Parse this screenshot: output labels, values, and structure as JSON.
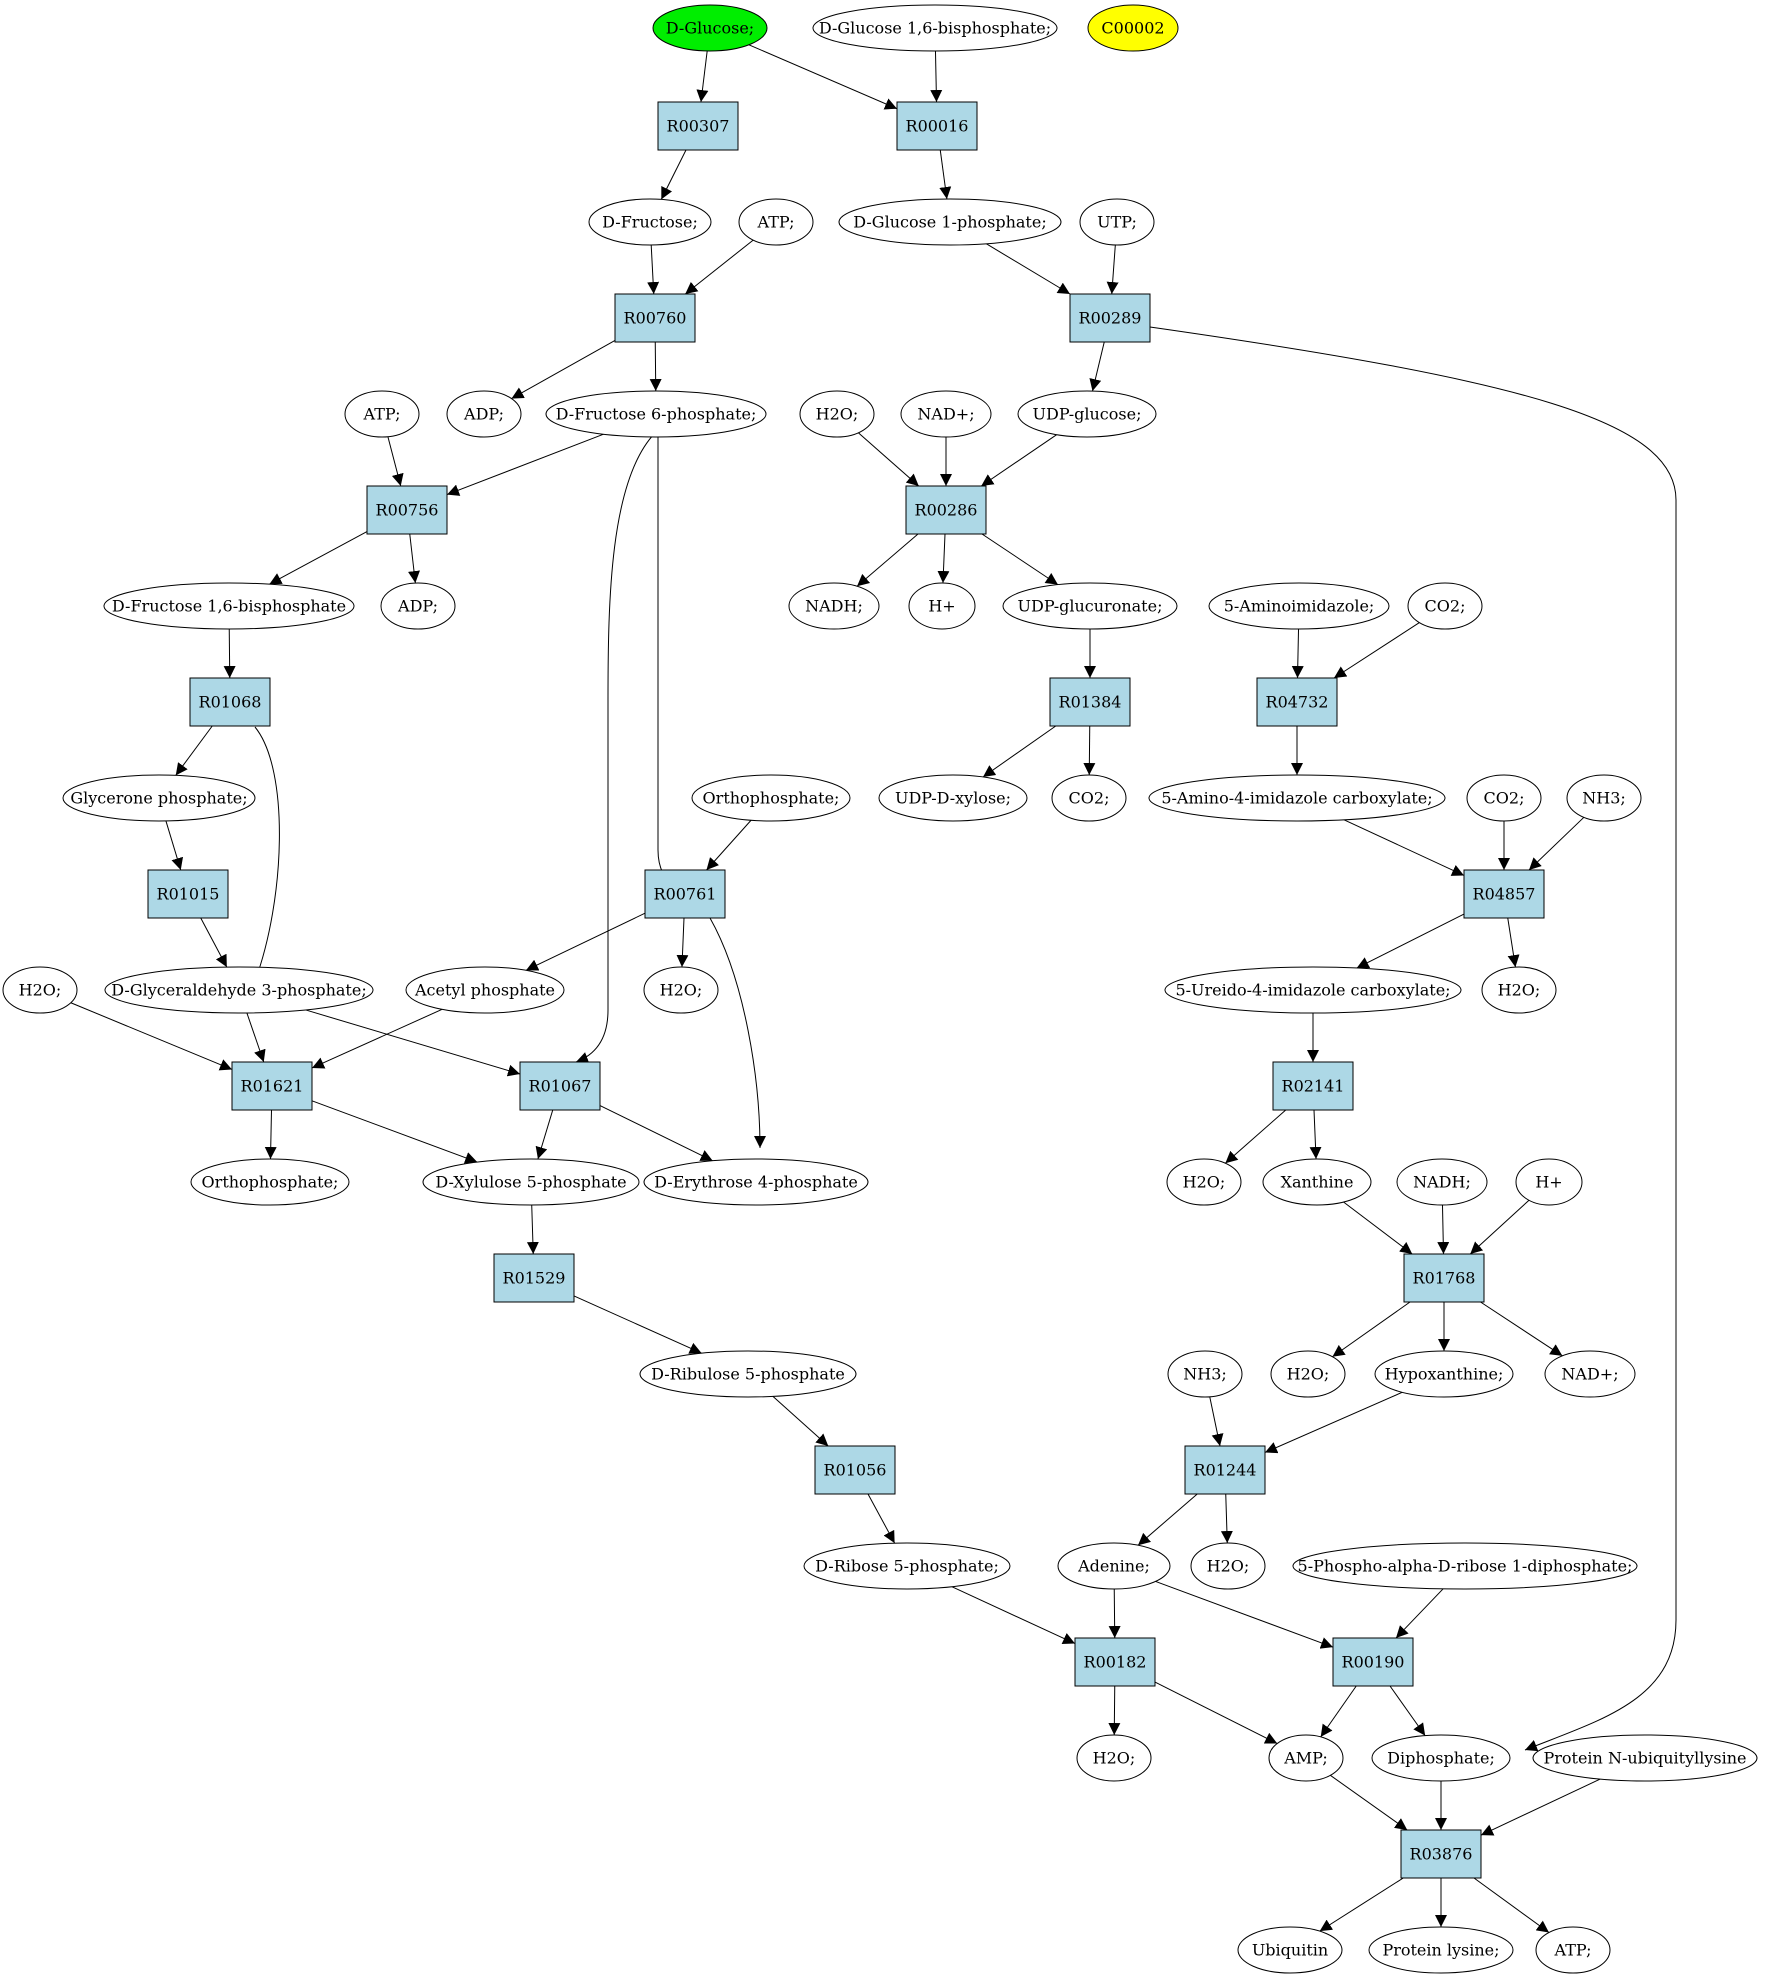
{
  "colors": {
    "reaction_fill": "#add8e6",
    "compound_fill": "#ffffff",
    "start_fill": "#00ee00",
    "highlight_fill": "#ffff00",
    "stroke": "#000000"
  },
  "nodes": {
    "c_glucose": {
      "label": "D-Glucose;",
      "kind": "compound",
      "fill": "start"
    },
    "c_g16bp": {
      "label": "D-Glucose 1,6-bisphosphate;",
      "kind": "compound"
    },
    "c_c00002": {
      "label": "C00002",
      "kind": "compound",
      "fill": "highlight"
    },
    "r_R00307": {
      "label": "R00307",
      "kind": "reaction"
    },
    "r_R00016": {
      "label": "R00016",
      "kind": "reaction"
    },
    "c_fructose": {
      "label": "D-Fructose;",
      "kind": "compound"
    },
    "c_atp1": {
      "label": "ATP;",
      "kind": "compound"
    },
    "c_g1p": {
      "label": "D-Glucose 1-phosphate;",
      "kind": "compound"
    },
    "c_utp": {
      "label": "UTP;",
      "kind": "compound"
    },
    "r_R00760": {
      "label": "R00760",
      "kind": "reaction"
    },
    "r_R00289": {
      "label": "R00289",
      "kind": "reaction"
    },
    "c_atp2": {
      "label": "ATP;",
      "kind": "compound"
    },
    "c_adp1": {
      "label": "ADP;",
      "kind": "compound"
    },
    "c_f6p": {
      "label": "D-Fructose 6-phosphate;",
      "kind": "compound"
    },
    "c_h2o1": {
      "label": "H2O;",
      "kind": "compound"
    },
    "c_nad1": {
      "label": "NAD+;",
      "kind": "compound"
    },
    "c_udpglc": {
      "label": "UDP-glucose;",
      "kind": "compound"
    },
    "r_R00756": {
      "label": "R00756",
      "kind": "reaction"
    },
    "r_R00286": {
      "label": "R00286",
      "kind": "reaction"
    },
    "c_f16bp": {
      "label": "D-Fructose 1,6-bisphosphate",
      "kind": "compound"
    },
    "c_adp2": {
      "label": "ADP;",
      "kind": "compound"
    },
    "c_nadh1": {
      "label": "NADH;",
      "kind": "compound"
    },
    "c_hplus1": {
      "label": "H+",
      "kind": "compound"
    },
    "c_udpglcA": {
      "label": "UDP-glucuronate;",
      "kind": "compound"
    },
    "c_5aimid": {
      "label": "5-Aminoimidazole;",
      "kind": "compound"
    },
    "c_co2a": {
      "label": "CO2;",
      "kind": "compound"
    },
    "r_R01068": {
      "label": "R01068",
      "kind": "reaction"
    },
    "r_R01384": {
      "label": "R01384",
      "kind": "reaction"
    },
    "r_R04732": {
      "label": "R04732",
      "kind": "reaction"
    },
    "c_glyp": {
      "label": "Glycerone phosphate;",
      "kind": "compound"
    },
    "c_udpxyl": {
      "label": "UDP-D-xylose;",
      "kind": "compound"
    },
    "c_co2b": {
      "label": "CO2;",
      "kind": "compound"
    },
    "c_aicarb": {
      "label": "5-Amino-4-imidazole carboxylate;",
      "kind": "compound"
    },
    "c_ortho1": {
      "label": "Orthophosphate;",
      "kind": "compound"
    },
    "c_co2c": {
      "label": "CO2;",
      "kind": "compound"
    },
    "c_nh3a": {
      "label": "NH3;",
      "kind": "compound"
    },
    "r_R01015": {
      "label": "R01015",
      "kind": "reaction"
    },
    "r_R00761": {
      "label": "R00761",
      "kind": "reaction"
    },
    "r_R04857": {
      "label": "R04857",
      "kind": "reaction"
    },
    "c_h2o2": {
      "label": "H2O;",
      "kind": "compound"
    },
    "c_g3p": {
      "label": "D-Glyceraldehyde 3-phosphate;",
      "kind": "compound"
    },
    "c_acp": {
      "label": "Acetyl phosphate",
      "kind": "compound"
    },
    "c_h2o3": {
      "label": "H2O;",
      "kind": "compound"
    },
    "c_uicarb": {
      "label": "5-Ureido-4-imidazole carboxylate;",
      "kind": "compound"
    },
    "c_h2o4": {
      "label": "H2O;",
      "kind": "compound"
    },
    "r_R01621": {
      "label": "R01621",
      "kind": "reaction"
    },
    "r_R01067": {
      "label": "R01067",
      "kind": "reaction"
    },
    "r_R02141": {
      "label": "R02141",
      "kind": "reaction"
    },
    "c_ortho2": {
      "label": "Orthophosphate;",
      "kind": "compound"
    },
    "c_x5p": {
      "label": "D-Xylulose 5-phosphate",
      "kind": "compound"
    },
    "c_e4p": {
      "label": "D-Erythrose 4-phosphate",
      "kind": "compound"
    },
    "c_h2o5": {
      "label": "H2O;",
      "kind": "compound"
    },
    "c_xanthine": {
      "label": "Xanthine",
      "kind": "compound"
    },
    "c_nadh2": {
      "label": "NADH;",
      "kind": "compound"
    },
    "c_hplus2": {
      "label": "H+",
      "kind": "compound"
    },
    "r_R01529": {
      "label": "R01529",
      "kind": "reaction"
    },
    "r_R01768": {
      "label": "R01768",
      "kind": "reaction"
    },
    "c_ru5p": {
      "label": "D-Ribulose 5-phosphate",
      "kind": "compound"
    },
    "c_nh3b": {
      "label": "NH3;",
      "kind": "compound"
    },
    "c_h2o6": {
      "label": "H2O;",
      "kind": "compound"
    },
    "c_hypox": {
      "label": "Hypoxanthine;",
      "kind": "compound"
    },
    "c_nad2": {
      "label": "NAD+;",
      "kind": "compound"
    },
    "r_R01056": {
      "label": "R01056",
      "kind": "reaction"
    },
    "r_R01244": {
      "label": "R01244",
      "kind": "reaction"
    },
    "c_r5p": {
      "label": "D-Ribose 5-phosphate;",
      "kind": "compound"
    },
    "c_adenine": {
      "label": "Adenine;",
      "kind": "compound"
    },
    "c_h2o7": {
      "label": "H2O;",
      "kind": "compound"
    },
    "c_prpp": {
      "label": "5-Phospho-alpha-D-ribose 1-diphosphate;",
      "kind": "compound"
    },
    "r_R00182": {
      "label": "R00182",
      "kind": "reaction"
    },
    "r_R00190": {
      "label": "R00190",
      "kind": "reaction"
    },
    "c_h2o8": {
      "label": "H2O;",
      "kind": "compound"
    },
    "c_amp": {
      "label": "AMP;",
      "kind": "compound"
    },
    "c_ppi": {
      "label": "Diphosphate;",
      "kind": "compound"
    },
    "c_pnub": {
      "label": "Protein N-ubiquityllysine",
      "kind": "compound"
    },
    "r_R03876": {
      "label": "R03876",
      "kind": "reaction"
    },
    "c_ubiquitin": {
      "label": "Ubiquitin",
      "kind": "compound"
    },
    "c_plys": {
      "label": "Protein lysine;",
      "kind": "compound"
    },
    "c_atp3": {
      "label": "ATP;",
      "kind": "compound"
    }
  },
  "edges": [
    [
      "c_glucose",
      "r_R00307"
    ],
    [
      "c_glucose",
      "r_R00016"
    ],
    [
      "c_g16bp",
      "r_R00016"
    ],
    [
      "r_R00307",
      "c_fructose"
    ],
    [
      "r_R00016",
      "c_g1p"
    ],
    [
      "c_fructose",
      "r_R00760"
    ],
    [
      "c_atp1",
      "r_R00760"
    ],
    [
      "c_g1p",
      "r_R00289"
    ],
    [
      "c_utp",
      "r_R00289"
    ],
    [
      "r_R00760",
      "c_adp1"
    ],
    [
      "r_R00760",
      "c_f6p"
    ],
    [
      "r_R00289",
      "c_udpglc"
    ],
    [
      "r_R00289",
      "c_ppi"
    ],
    [
      "c_atp2",
      "r_R00756"
    ],
    [
      "c_f6p",
      "r_R00756"
    ],
    [
      "c_f6p",
      "r_R00761"
    ],
    [
      "c_f6p",
      "r_R01067"
    ],
    [
      "c_h2o1",
      "r_R00286"
    ],
    [
      "c_nad1",
      "r_R00286"
    ],
    [
      "c_udpglc",
      "r_R00286"
    ],
    [
      "r_R00756",
      "c_f16bp"
    ],
    [
      "r_R00756",
      "c_adp2"
    ],
    [
      "r_R00286",
      "c_nadh1"
    ],
    [
      "r_R00286",
      "c_hplus1"
    ],
    [
      "r_R00286",
      "c_udpglcA"
    ],
    [
      "c_udpglcA",
      "r_R01384"
    ],
    [
      "c_5aimid",
      "r_R04732"
    ],
    [
      "c_co2a",
      "r_R04732"
    ],
    [
      "c_f16bp",
      "r_R01068"
    ],
    [
      "r_R01068",
      "c_glyp"
    ],
    [
      "r_R01068",
      "c_g3p"
    ],
    [
      "r_R01384",
      "c_udpxyl"
    ],
    [
      "r_R01384",
      "c_co2b"
    ],
    [
      "r_R04732",
      "c_aicarb"
    ],
    [
      "c_glyp",
      "r_R01015"
    ],
    [
      "c_ortho1",
      "r_R00761"
    ],
    [
      "c_aicarb",
      "r_R04857"
    ],
    [
      "c_co2c",
      "r_R04857"
    ],
    [
      "c_nh3a",
      "r_R04857"
    ],
    [
      "r_R01015",
      "c_g3p"
    ],
    [
      "r_R00761",
      "c_acp"
    ],
    [
      "r_R00761",
      "c_h2o3"
    ],
    [
      "r_R00761",
      "c_e4p"
    ],
    [
      "r_R04857",
      "c_uicarb"
    ],
    [
      "r_R04857",
      "c_h2o4"
    ],
    [
      "c_h2o2",
      "r_R01621"
    ],
    [
      "c_g3p",
      "r_R01621"
    ],
    [
      "c_acp",
      "r_R01621"
    ],
    [
      "c_g3p",
      "r_R01067"
    ],
    [
      "c_uicarb",
      "r_R02141"
    ],
    [
      "r_R01621",
      "c_ortho2"
    ],
    [
      "r_R01621",
      "c_x5p"
    ],
    [
      "r_R01067",
      "c_x5p"
    ],
    [
      "r_R01067",
      "c_e4p"
    ],
    [
      "r_R02141",
      "c_h2o5"
    ],
    [
      "r_R02141",
      "c_xanthine"
    ],
    [
      "c_x5p",
      "r_R01529"
    ],
    [
      "c_xanthine",
      "r_R01768"
    ],
    [
      "c_nadh2",
      "r_R01768"
    ],
    [
      "c_hplus2",
      "r_R01768"
    ],
    [
      "r_R01529",
      "c_ru5p"
    ],
    [
      "r_R01768",
      "c_h2o6"
    ],
    [
      "r_R01768",
      "c_hypox"
    ],
    [
      "r_R01768",
      "c_nad2"
    ],
    [
      "c_ru5p",
      "r_R01056"
    ],
    [
      "c_nh3b",
      "r_R01244"
    ],
    [
      "c_hypox",
      "r_R01244"
    ],
    [
      "r_R01056",
      "c_r5p"
    ],
    [
      "r_R01244",
      "c_adenine"
    ],
    [
      "r_R01244",
      "c_h2o7"
    ],
    [
      "c_r5p",
      "r_R00182"
    ],
    [
      "c_adenine",
      "r_R00182"
    ],
    [
      "c_adenine",
      "r_R00190"
    ],
    [
      "c_prpp",
      "r_R00190"
    ],
    [
      "r_R00182",
      "c_h2o8"
    ],
    [
      "r_R00182",
      "c_amp"
    ],
    [
      "r_R00190",
      "c_amp"
    ],
    [
      "r_R00190",
      "c_ppi"
    ],
    [
      "c_amp",
      "r_R03876"
    ],
    [
      "c_ppi",
      "r_R03876"
    ],
    [
      "c_pnub",
      "r_R03876"
    ],
    [
      "r_R03876",
      "c_ubiquitin"
    ],
    [
      "r_R03876",
      "c_plys"
    ],
    [
      "r_R03876",
      "c_atp3"
    ]
  ]
}
